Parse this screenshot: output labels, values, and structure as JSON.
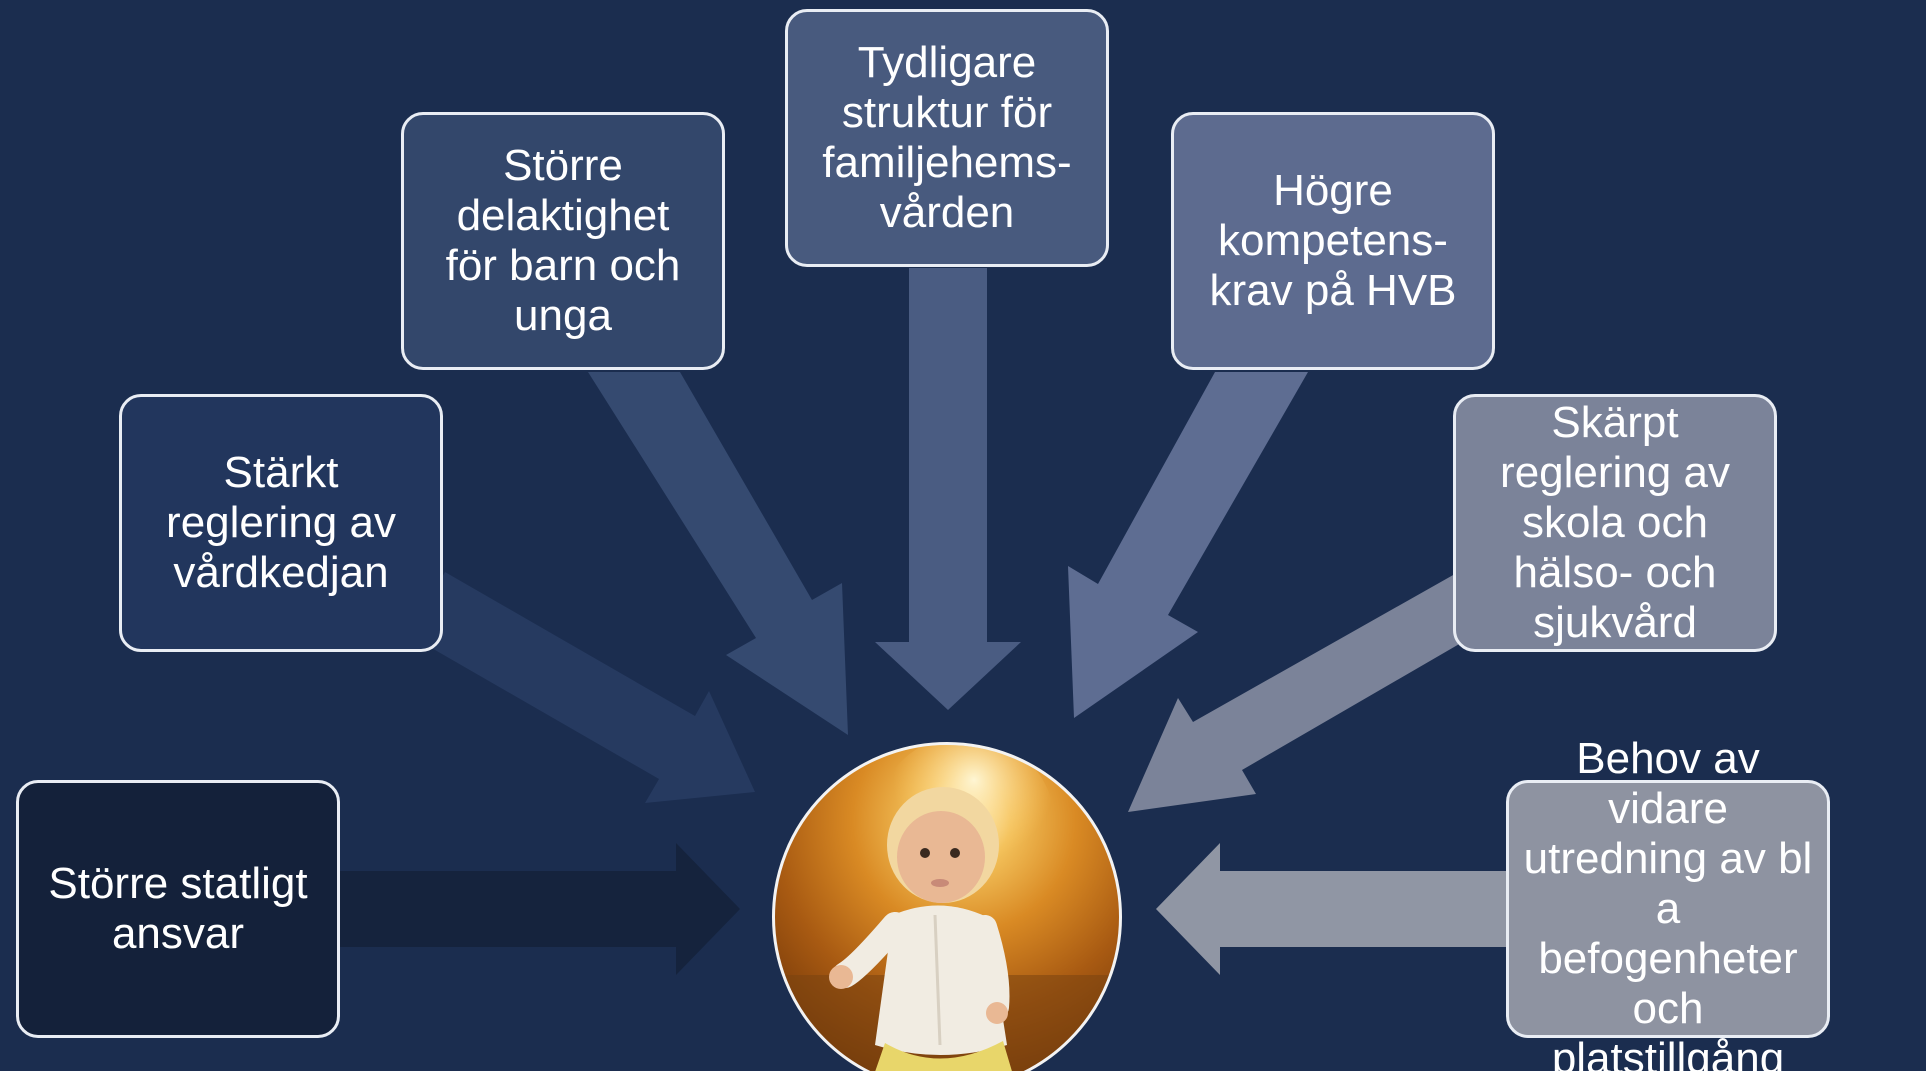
{
  "diagram": {
    "center_image": "child-photo",
    "boxes": [
      {
        "id": "statligt",
        "text": "Större statligt\nansvar",
        "color": "#14213a",
        "arrow_color": "#15233d"
      },
      {
        "id": "vardkedjan",
        "text": "Stärkt\nreglering av\nvårdkedjan",
        "color": "#22365d",
        "arrow_color": "#263a60"
      },
      {
        "id": "delaktighet",
        "text": "Större\ndelaktighet\nför barn och\nunga",
        "color": "#33476b",
        "arrow_color": "#354a70"
      },
      {
        "id": "familjehem",
        "text": "Tydligare\nstruktur för\nfamiljehems-\nvården",
        "color": "#485a7e",
        "arrow_color": "#4a5c82"
      },
      {
        "id": "hvb",
        "text": "Högre\nkompetens-\nkrav på HVB",
        "color": "#5d6b8f",
        "arrow_color": "#5e6d92"
      },
      {
        "id": "skola",
        "text": "Skärpt\nreglering av\nskola och\nhälso- och\nsjukvård",
        "color": "#7b8399",
        "arrow_color": "#7b8399"
      },
      {
        "id": "utredning",
        "text": "Behov av vidare\nutredning av bl a\nbefogenheter och\nplatstillgång",
        "color": "#8e93a1",
        "arrow_color": "#9096a4"
      }
    ]
  }
}
